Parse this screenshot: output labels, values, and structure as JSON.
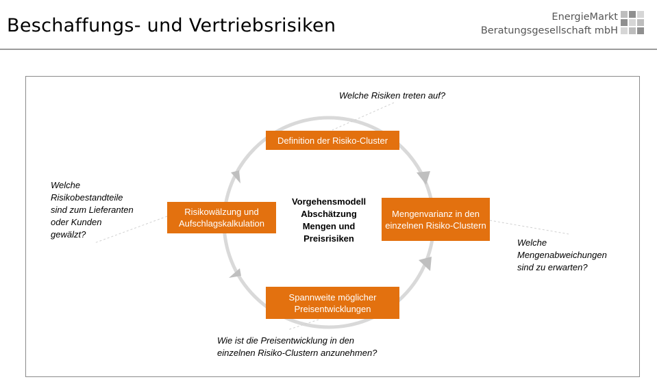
{
  "header": {
    "title": "Beschaffungs- und Vertriebsrisiken",
    "company_line1": "EnergieMarkt",
    "company_line2": "Beratungsgesellschaft mbH"
  },
  "colors": {
    "box_fill": "#e3710f",
    "cycle_ring": "#d9d9d9",
    "arrow_head": "#bfbfbf",
    "logo_squares": [
      "#bdbdbd",
      "#8f8f8f",
      "#d6d6d6"
    ]
  },
  "diagram": {
    "center_label": [
      "Vorgehensmodell",
      "Abschätzung",
      "Mengen und",
      "Preisrisiken"
    ],
    "steps": [
      {
        "label": "Definition der Risiko-Cluster"
      },
      {
        "label": "Mengenvarianz in den einzelnen Risiko-Clustern"
      },
      {
        "label": "Spannweite möglicher Preisentwicklungen"
      },
      {
        "label": "Risikowälzung und Aufschlagskalkulation"
      }
    ],
    "questions": [
      {
        "lines": [
          "Welche Risiken treten auf?"
        ]
      },
      {
        "lines": [
          "Welche",
          "Mengenabweichungen",
          "sind zu erwarten?"
        ]
      },
      {
        "lines": [
          "Wie ist die Preisentwicklung in den",
          "einzelnen Risiko-Clustern anzunehmen?"
        ]
      },
      {
        "lines": [
          "Welche",
          "Risikobestandteile",
          "sind zum Lieferanten",
          "oder Kunden",
          "gewälzt?"
        ]
      }
    ]
  }
}
